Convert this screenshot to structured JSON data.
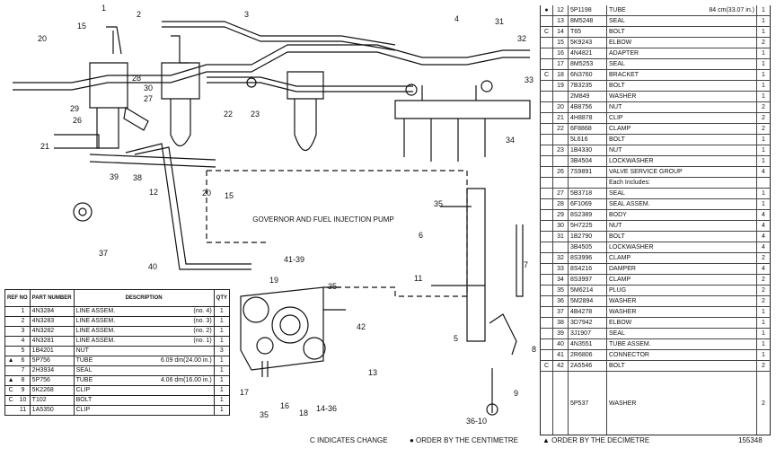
{
  "diagram": {
    "center_label": "GOVERNOR AND FUEL INJECTION PUMP",
    "callouts": [
      "1",
      "2",
      "3",
      "4",
      "5",
      "6",
      "7",
      "8",
      "9",
      "11",
      "12",
      "13",
      "14-36",
      "15",
      "15",
      "16",
      "17",
      "18",
      "19",
      "20",
      "20",
      "21",
      "22",
      "23",
      "26",
      "27",
      "28",
      "29",
      "30",
      "31",
      "32",
      "33",
      "34",
      "35",
      "35",
      "35",
      "36-10",
      "37",
      "38",
      "39",
      "40",
      "41-39",
      "42"
    ]
  },
  "left_table": {
    "headers": {
      "ref_no": "REF NO",
      "part_number": "PART NUMBER",
      "description": "DESCRIPTION",
      "qty": "QTY"
    },
    "rows": [
      {
        "mark": "",
        "no": "1",
        "pn": "4N3284",
        "desc": "LINE ASSEM.",
        "note": "(no. 4)",
        "qty": "1"
      },
      {
        "mark": "",
        "no": "2",
        "pn": "4N3283",
        "desc": "LINE ASSEM.",
        "note": "(no. 3)",
        "qty": "1"
      },
      {
        "mark": "",
        "no": "3",
        "pn": "4N3282",
        "desc": "LINE ASSEM.",
        "note": "(no. 2)",
        "qty": "1"
      },
      {
        "mark": "",
        "no": "4",
        "pn": "4N3281",
        "desc": "LINE ASSEM.",
        "note": "(no. 1)",
        "qty": "1"
      },
      {
        "mark": "",
        "no": "5",
        "pn": "1B4201",
        "desc": "NUT",
        "note": "",
        "qty": "3"
      },
      {
        "mark": "▲",
        "no": "6",
        "pn": "5P756",
        "desc": "TUBE",
        "note": "6.09 dm(24.00 in.)",
        "qty": "1"
      },
      {
        "mark": "",
        "no": "7",
        "pn": "2H3934",
        "desc": "SEAL",
        "note": "",
        "qty": "1"
      },
      {
        "mark": "▲",
        "no": "8",
        "pn": "5P756",
        "desc": "TUBE",
        "note": "4.06 dm(16.00 in.)",
        "qty": "1"
      },
      {
        "mark": "C",
        "no": "9",
        "pn": "5K2268",
        "desc": "CLIP",
        "note": "",
        "qty": "1"
      },
      {
        "mark": "C",
        "no": "10",
        "pn": "T102",
        "desc": "BOLT",
        "note": "",
        "qty": "1"
      },
      {
        "mark": "",
        "no": "11",
        "pn": "1A5350",
        "desc": "CLIP",
        "note": "",
        "qty": "1"
      }
    ]
  },
  "right_table": {
    "rows": [
      {
        "mark": "●",
        "no": "12",
        "pn": "5P1198",
        "desc": "TUBE",
        "note": "84 cm(33.07 in.)",
        "qty": "1"
      },
      {
        "mark": "",
        "no": "13",
        "pn": "8M5248",
        "desc": "SEAL",
        "note": "",
        "qty": "1"
      },
      {
        "mark": "C",
        "no": "14",
        "pn": "T65",
        "desc": "BOLT",
        "note": "",
        "qty": "1"
      },
      {
        "mark": "",
        "no": "15",
        "pn": "5K9243",
        "desc": "ELBOW",
        "note": "",
        "qty": "2"
      },
      {
        "mark": "",
        "no": "16",
        "pn": "4N4821",
        "desc": "ADAPTER",
        "note": "",
        "qty": "1"
      },
      {
        "mark": "",
        "no": "17",
        "pn": "8M5253",
        "desc": "SEAL",
        "note": "",
        "qty": "1"
      },
      {
        "mark": "C",
        "no": "18",
        "pn": "6N3760",
        "desc": "BRACKET",
        "note": "",
        "qty": "1"
      },
      {
        "mark": "",
        "no": "19",
        "pn": "7B3235",
        "desc": "BOLT",
        "note": "",
        "qty": "1"
      },
      {
        "mark": "",
        "no": "",
        "pn": "2M849",
        "desc": "WASHER",
        "note": "",
        "qty": "1"
      },
      {
        "mark": "",
        "no": "20",
        "pn": "4B8756",
        "desc": "NUT",
        "note": "",
        "qty": "2"
      },
      {
        "mark": "",
        "no": "21",
        "pn": "4H8878",
        "desc": "CLIP",
        "note": "",
        "qty": "2"
      },
      {
        "mark": "",
        "no": "22",
        "pn": "6F8868",
        "desc": "CLAMP",
        "note": "",
        "qty": "2"
      },
      {
        "mark": "",
        "no": "",
        "pn": "5L616",
        "desc": "BOLT",
        "note": "",
        "qty": "1"
      },
      {
        "mark": "",
        "no": "23",
        "pn": "1B4330",
        "desc": "NUT",
        "note": "",
        "qty": "1"
      },
      {
        "mark": "",
        "no": "",
        "pn": "3B4504",
        "desc": "LOCKWASHER",
        "note": "",
        "qty": "1"
      },
      {
        "mark": "",
        "no": "26",
        "pn": "7S9891",
        "desc": "VALVE SERVICE GROUP",
        "note": "",
        "qty": "4"
      },
      {
        "mark": "",
        "no": "",
        "pn": "",
        "desc": "Each Includes:",
        "note": "",
        "qty": ""
      },
      {
        "mark": "",
        "no": "27",
        "pn": "5B3718",
        "desc": "SEAL",
        "note": "",
        "qty": "1"
      },
      {
        "mark": "",
        "no": "28",
        "pn": "6F1069",
        "desc": "SEAL ASSEM.",
        "note": "",
        "qty": "1"
      },
      {
        "mark": "",
        "no": "29",
        "pn": "8S2389",
        "desc": "BODY",
        "note": "",
        "qty": "4"
      },
      {
        "mark": "",
        "no": "30",
        "pn": "5H7225",
        "desc": "NUT",
        "note": "",
        "qty": "4"
      },
      {
        "mark": "",
        "no": "31",
        "pn": "1B2790",
        "desc": "BOLT",
        "note": "",
        "qty": "4"
      },
      {
        "mark": "",
        "no": "",
        "pn": "3B4505",
        "desc": "LOCKWASHER",
        "note": "",
        "qty": "4"
      },
      {
        "mark": "",
        "no": "32",
        "pn": "8S3996",
        "desc": "CLAMP",
        "note": "",
        "qty": "2"
      },
      {
        "mark": "",
        "no": "33",
        "pn": "8S4216",
        "desc": "DAMPER",
        "note": "",
        "qty": "4"
      },
      {
        "mark": "",
        "no": "34",
        "pn": "8S3997",
        "desc": "CLAMP",
        "note": "",
        "qty": "2"
      },
      {
        "mark": "",
        "no": "35",
        "pn": "5M6214",
        "desc": "PLUG",
        "note": "",
        "qty": "2"
      },
      {
        "mark": "",
        "no": "36",
        "pn": "5M2894",
        "desc": "WASHER",
        "note": "",
        "qty": "2"
      },
      {
        "mark": "",
        "no": "37",
        "pn": "4B4278",
        "desc": "WASHER",
        "note": "",
        "qty": "1"
      },
      {
        "mark": "",
        "no": "38",
        "pn": "3D7942",
        "desc": "ELBOW",
        "note": "",
        "qty": "1"
      },
      {
        "mark": "",
        "no": "39",
        "pn": "3J1907",
        "desc": "SEAL",
        "note": "",
        "qty": "1"
      },
      {
        "mark": "",
        "no": "40",
        "pn": "4N3551",
        "desc": "TUBE ASSEM.",
        "note": "",
        "qty": "1"
      },
      {
        "mark": "",
        "no": "41",
        "pn": "2R6806",
        "desc": "CONNECTOR",
        "note": "",
        "qty": "1"
      },
      {
        "mark": "C",
        "no": "42",
        "pn": "2A5546",
        "desc": "BOLT",
        "note": "",
        "qty": "2"
      },
      {
        "mark": "",
        "no": "",
        "pn": "5P537",
        "desc": "WASHER",
        "note": "",
        "qty": "2"
      }
    ]
  },
  "footer": {
    "change_note": "C INDICATES CHANGE",
    "centimetre_note": "● ORDER BY THE CENTIMETRE",
    "decimetre_note": "▲ ORDER BY THE DECIMETRE",
    "figure_id": "155348"
  }
}
